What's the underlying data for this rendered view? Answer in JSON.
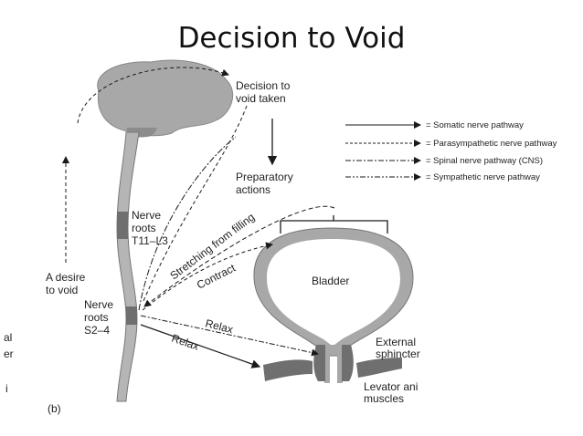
{
  "title": "Decision to Void",
  "labels": {
    "decision_1": "Decision to",
    "decision_2": "void taken",
    "preparatory_1": "Preparatory",
    "preparatory_2": "actions",
    "nerve_upper_1": "Nerve",
    "nerve_upper_2": "roots",
    "nerve_upper_3": "T11–L3",
    "desire_1": "A desire",
    "desire_2": "to void",
    "nerve_lower_1": "Nerve",
    "nerve_lower_2": "roots",
    "nerve_lower_3": "S2–4",
    "stretching": "Stretching from filling",
    "contract": "Contract",
    "relax_1": "Relax",
    "relax_2": "Relax",
    "bladder": "Bladder",
    "sphincter_1": "External",
    "sphincter_2": "sphincter",
    "levator_1": "Levator ani",
    "levator_2": "muscles",
    "panel": "(b)",
    "cut_1": "al",
    "cut_2": "er",
    "cut_3": "i"
  },
  "legend": [
    {
      "label": "= Somatic nerve pathway",
      "style": "solid"
    },
    {
      "label": "= Parasympathetic nerve pathway",
      "style": "dashed"
    },
    {
      "label": "= Spinal nerve pathway (CNS)",
      "style": "dash-dot"
    },
    {
      "label": "= Sympathetic nerve pathway",
      "style": "dash-dot-dot"
    }
  ],
  "colors": {
    "tissue": "#a8a8a8",
    "tissue_dark": "#6f6f6f",
    "line": "#1a1a1a"
  }
}
